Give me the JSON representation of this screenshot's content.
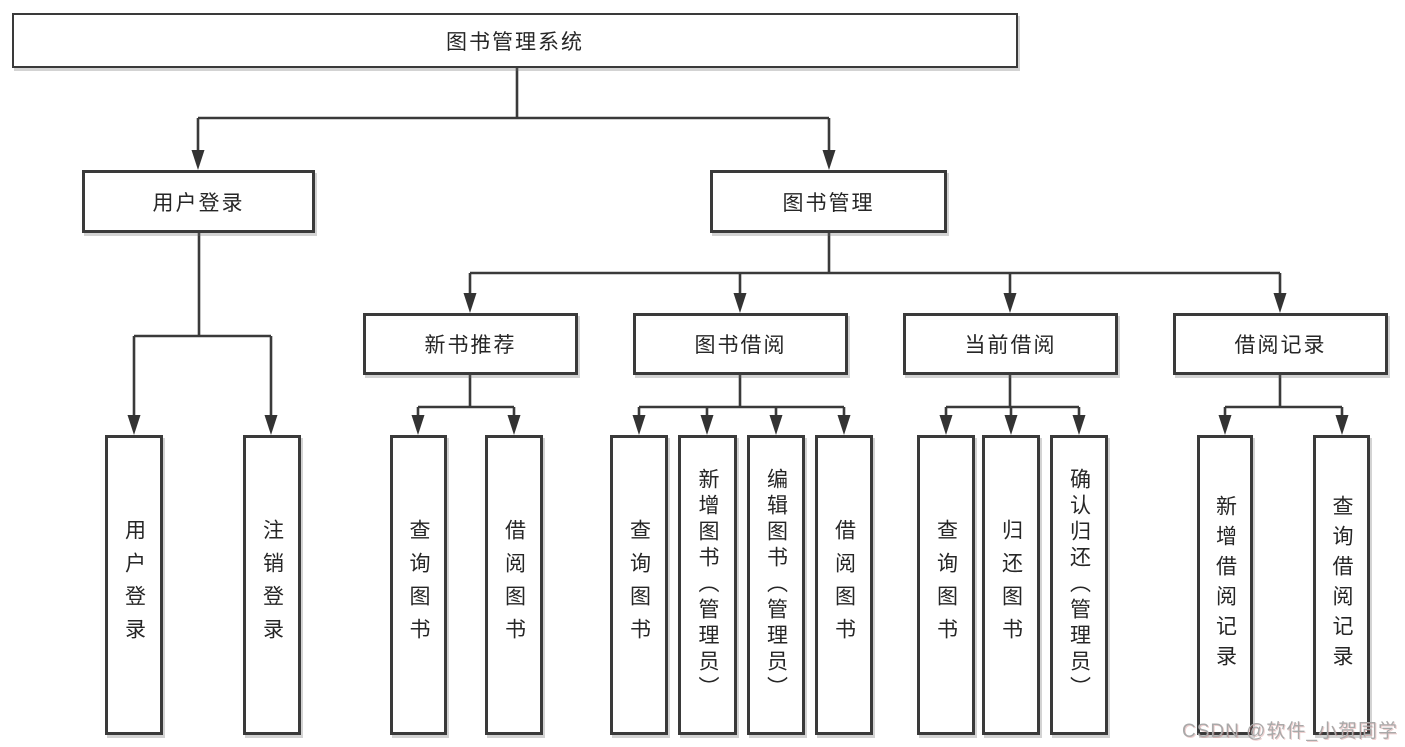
{
  "diagram": {
    "root": "图书管理系统",
    "branches": [
      {
        "label": "用户登录",
        "children": [
          "用户登录",
          "注销登录"
        ]
      },
      {
        "label": "图书管理",
        "sections": [
          {
            "label": "新书推荐",
            "children": [
              "查询图书",
              "借阅图书"
            ]
          },
          {
            "label": "图书借阅",
            "children": [
              "查询图书",
              "新增图书（管理员）",
              "编辑图书（管理员）",
              "借阅图书"
            ]
          },
          {
            "label": "当前借阅",
            "children": [
              "查询图书",
              "归还图书",
              "确认归还（管理员）"
            ]
          },
          {
            "label": "借阅记录",
            "children": [
              "新增借阅记录",
              "查询借阅记录"
            ]
          }
        ]
      }
    ]
  },
  "watermark": {
    "text": "CSDN @软件_小贺同学"
  },
  "colors": {
    "line": "#3a3a3a",
    "box_border": "#3a3a3a",
    "text": "#262626",
    "watermark": "#a9a9a9",
    "background": "#ffffff"
  }
}
